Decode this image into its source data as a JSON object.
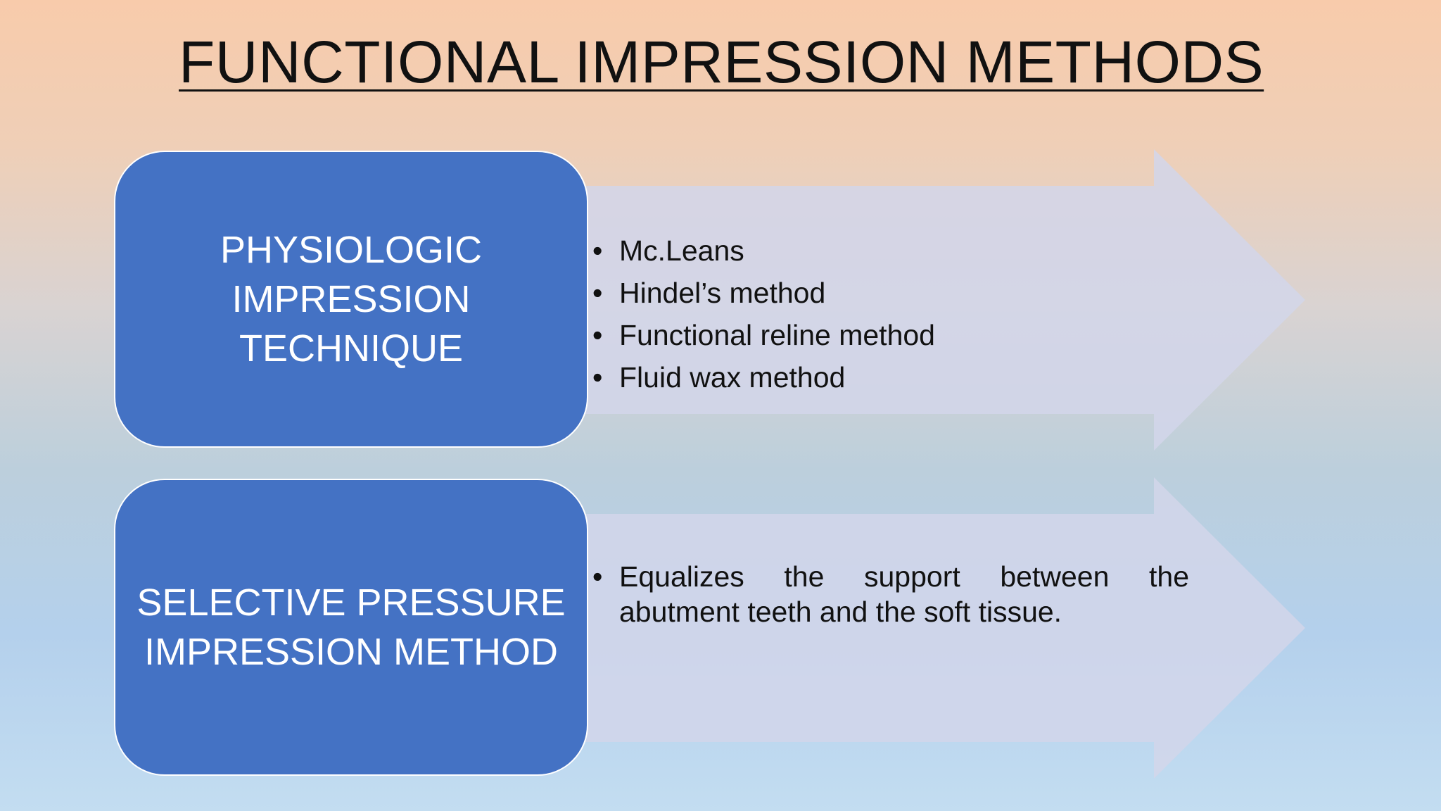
{
  "slide": {
    "title": "FUNCTIONAL IMPRESSION METHODS",
    "colors": {
      "box_fill": "#4472c4",
      "arrow_fill": "#d2d6ea",
      "title_text": "#111111"
    }
  },
  "rows": [
    {
      "label_lines": [
        "PHYSIOLOGIC",
        "IMPRESSION",
        "TECHNIQUE"
      ],
      "bullets": [
        "Mc.Leans",
        "Hindel’s method",
        "Functional reline method",
        "Fluid wax method"
      ]
    },
    {
      "label_lines": [
        "SELECTIVE PRESSURE",
        "IMPRESSION METHOD"
      ],
      "bullets": [
        "Equalizes the support between the abutment teeth and the soft tissue."
      ]
    }
  ]
}
